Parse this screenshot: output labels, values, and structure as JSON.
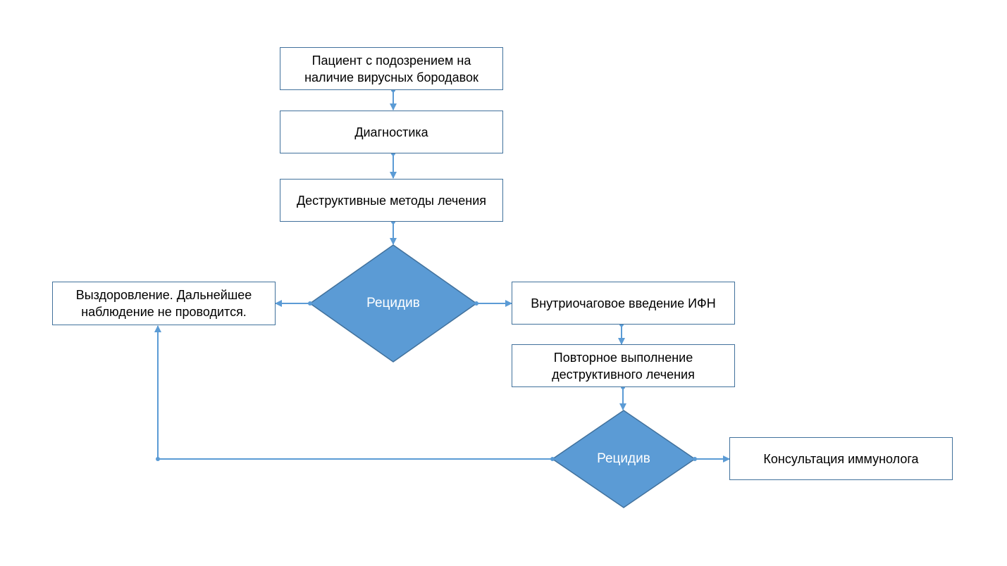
{
  "colors": {
    "box_border": "#41719c",
    "decision_fill": "#5b9bd5",
    "connector": "#5b9bd5"
  },
  "nodes": {
    "patient": "Пациент с подозрением на наличие вирусных бородавок",
    "diagnostics": "Диагностика",
    "destructive": "Деструктивные методы лечения",
    "decision1": "Рецидив",
    "recovery": "Выздоровление. Дальнейшее наблюдение не проводится.",
    "ifn": "Внутриочаговое введение ИФН",
    "repeat": "Повторное выполнение деструктивного лечения",
    "decision2": "Рецидив",
    "immunologist": "Консультация иммунолога"
  }
}
